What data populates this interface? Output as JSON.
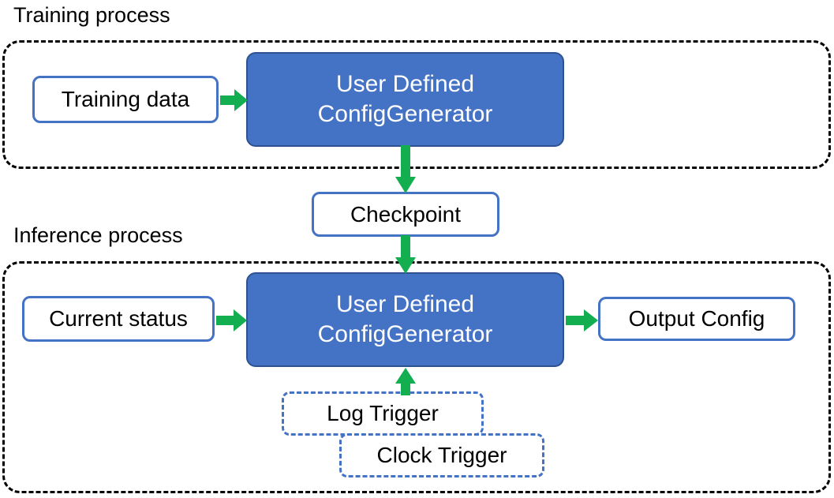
{
  "diagram": {
    "title_training": "Training process",
    "title_inference": "Inference process",
    "colors": {
      "process_box_fill": "#4472C4",
      "process_box_border": "#2E528F",
      "node_border": "#4472C4",
      "arrow_green": "#12AE50",
      "container_dash": "#000000",
      "text_dark": "#000000",
      "text_light": "#FFFFFF"
    },
    "training": {
      "container_style": "dashed",
      "nodes": {
        "training_data": "Training data",
        "config_generator_line1": "User Defined",
        "config_generator_line2": "ConfigGenerator"
      }
    },
    "checkpoint": {
      "label": "Checkpoint"
    },
    "inference": {
      "container_style": "dashed",
      "nodes": {
        "current_status": "Current status",
        "config_generator_line1": "User Defined",
        "config_generator_line2": "ConfigGenerator",
        "output_config": "Output Config",
        "log_trigger": "Log Trigger",
        "clock_trigger": "Clock Trigger"
      }
    },
    "arrows": [
      {
        "name": "training-data-to-config-generator",
        "direction": "right"
      },
      {
        "name": "config-generator-to-checkpoint",
        "direction": "down"
      },
      {
        "name": "checkpoint-to-config-generator",
        "direction": "down"
      },
      {
        "name": "current-status-to-config-generator",
        "direction": "right"
      },
      {
        "name": "config-generator-to-output-config",
        "direction": "right"
      },
      {
        "name": "triggers-to-config-generator",
        "direction": "up"
      }
    ]
  }
}
